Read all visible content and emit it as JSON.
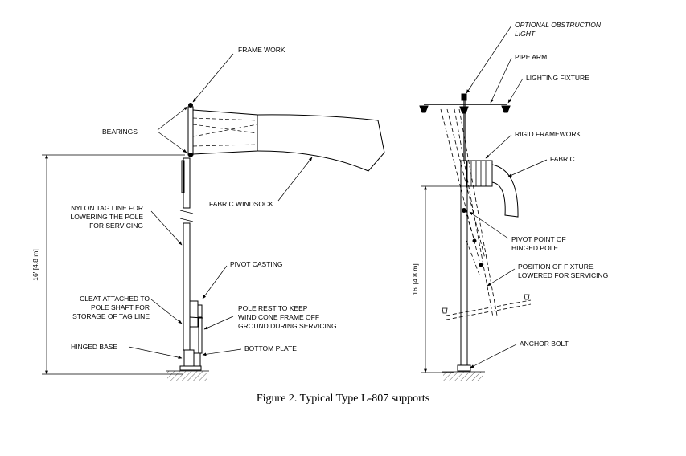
{
  "caption": "Figure 2.  Typical Type L-807 supports",
  "left_figure": {
    "labels": {
      "frame_work": "FRAME WORK",
      "bearings": "BEARINGS",
      "fabric_windsock": "FABRIC WINDSOCK",
      "nylon_line1": "NYLON TAG LINE FOR",
      "nylon_line2": "LOWERING THE POLE",
      "nylon_line3": "FOR SERVICING",
      "pivot_casting": "PIVOT CASTING",
      "cleat_line1": "CLEAT ATTACHED TO",
      "cleat_line2": "POLE SHAFT FOR",
      "cleat_line3": "STORAGE OF TAG LINE",
      "pole_rest_line1": "POLE REST TO KEEP",
      "pole_rest_line2": "WIND CONE FRAME OFF",
      "pole_rest_line3": "GROUND DURING SERVICING",
      "hinged_base": "HINGED BASE",
      "bottom_plate": "BOTTOM PLATE",
      "height": "16' [4.8 m]"
    }
  },
  "right_figure": {
    "labels": {
      "obstruction_line1": "OPTIONAL OBSTRUCTION",
      "obstruction_line2": "LIGHT",
      "pipe_arm": "PIPE ARM",
      "lighting_fixture": "LIGHTING FIXTURE",
      "rigid_framework": "RIGID FRAMEWORK",
      "fabric": "FABRIC",
      "pivot_line1": "PIVOT POINT OF",
      "pivot_line2": "HINGED POLE",
      "position_line1": "POSITION OF FIXTURE",
      "position_line2": "LOWERED FOR SERVICING",
      "anchor_bolt": "ANCHOR BOLT",
      "height": "16' [4.8 m]"
    }
  }
}
